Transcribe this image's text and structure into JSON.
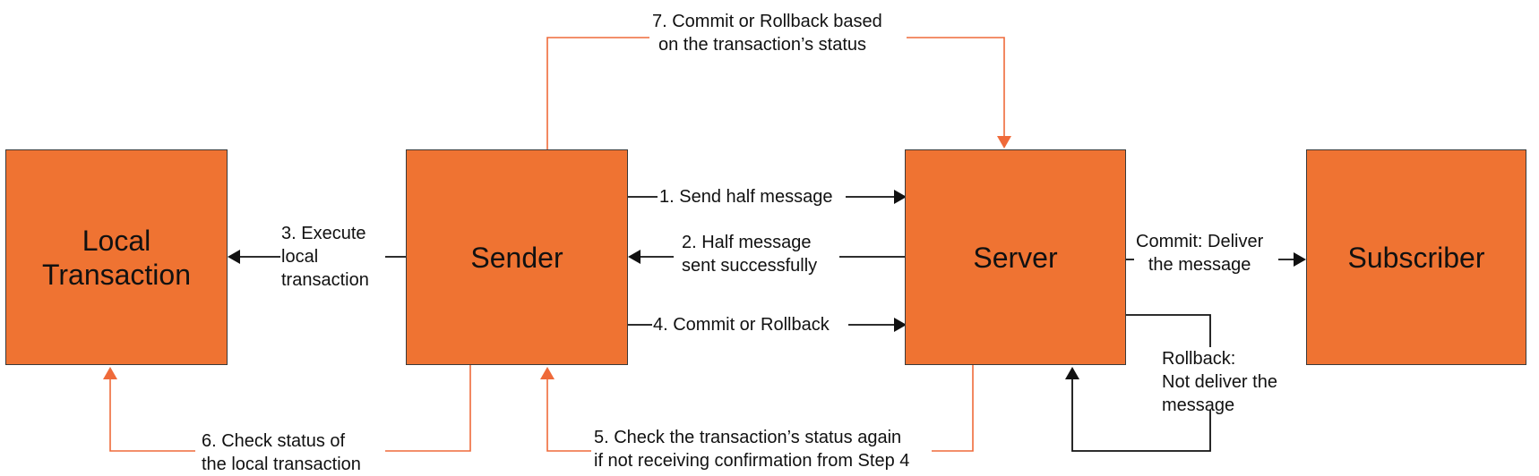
{
  "nodes": {
    "local_transaction": [
      "Local",
      "Transaction"
    ],
    "sender": "Sender",
    "server": "Server",
    "subscriber": "Subscriber"
  },
  "edges": {
    "step1": "1. Send half message",
    "step2": [
      "2. Half message",
      "sent successfully"
    ],
    "step3": [
      "3. Execute",
      "local",
      "transaction"
    ],
    "step4": "4. Commit or Rollback",
    "step5": [
      "5. Check the transaction’s status again",
      "if not receiving confirmation from Step 4"
    ],
    "step6": [
      "6. Check status of",
      "the local transaction"
    ],
    "step7": [
      "7. Commit or Rollback based",
      "on the transaction’s status"
    ],
    "commit": [
      "Commit: Deliver",
      "the message"
    ],
    "rollback": [
      "Rollback:",
      "Not deliver the",
      "message"
    ]
  },
  "colors": {
    "box_fill": "#ef7332",
    "box_border": "#3a3a3a",
    "black_line": "#111111",
    "orange_line": "#ef6a3a"
  }
}
